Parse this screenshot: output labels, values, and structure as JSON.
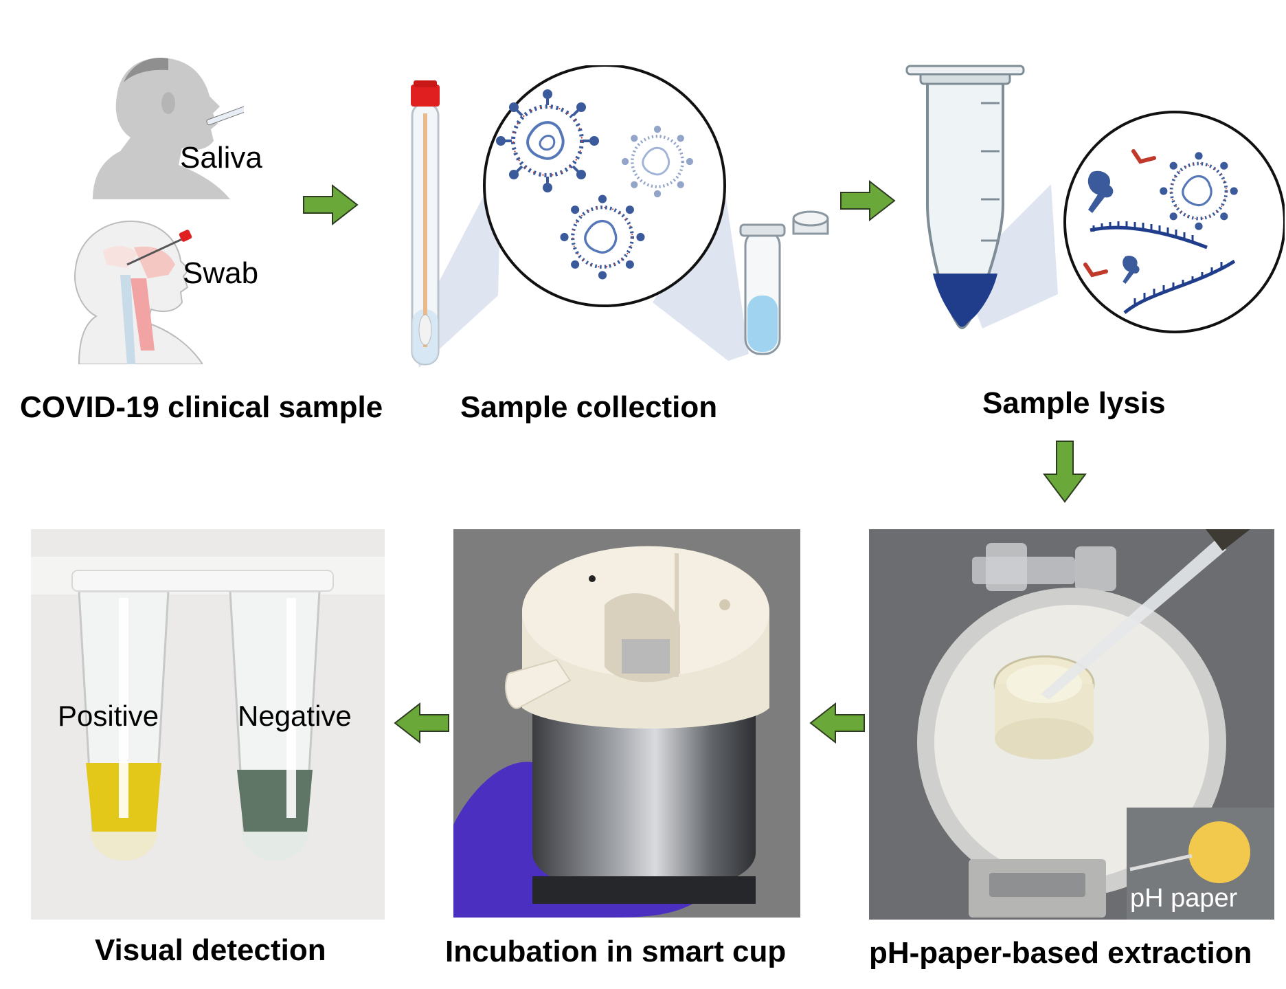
{
  "steps": {
    "clinical_sample": {
      "title": "COVID-19 clinical sample",
      "saliva_label": "Saliva",
      "swab_label": "Swab"
    },
    "collection": {
      "title": "Sample collection"
    },
    "lysis": {
      "title": "Sample lysis"
    },
    "extraction": {
      "title": "pH-paper-based extraction",
      "inset_label": "pH paper"
    },
    "incubation": {
      "title": "Incubation in smart cup"
    },
    "detection": {
      "title": "Visual detection",
      "positive_label": "Positive",
      "negative_label": "Negative"
    }
  },
  "colors": {
    "arrow": "#6aa83a",
    "virus": "#3a5a9c",
    "spike_tip": "#c0392b",
    "tube_cap": "#e02020",
    "positive_liquid": "#e3c81a",
    "negative_liquid": "#5f7566",
    "ph_paper": "#f2c94c"
  },
  "icons": [
    "arrow-right-icon",
    "arrow-down-icon",
    "arrow-left-icon",
    "virus-icon",
    "rna-strand-icon",
    "protein-icon"
  ]
}
